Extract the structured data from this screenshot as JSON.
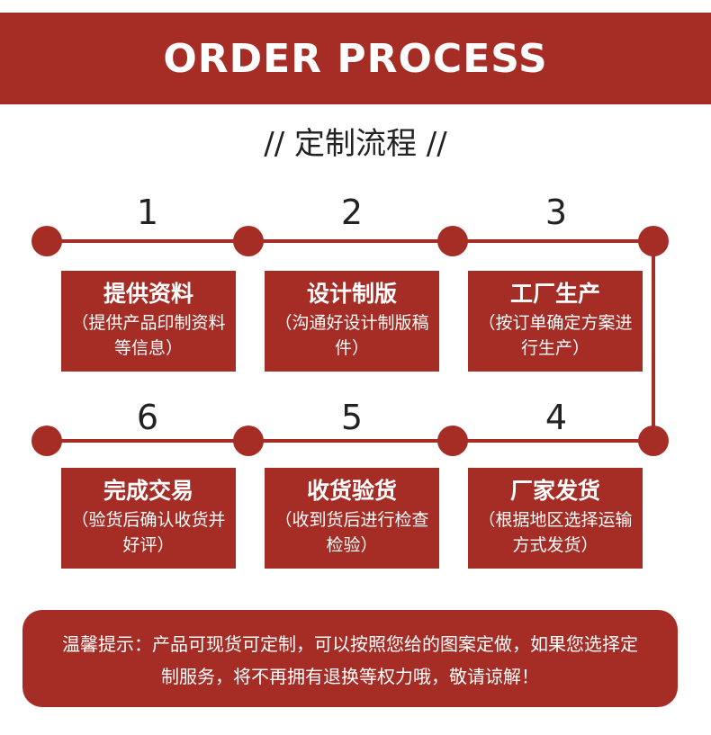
{
  "banner": {
    "title": "ORDER PROCESS"
  },
  "subtitle": "// 定制流程 //",
  "steps": [
    {
      "number": "1",
      "title": "提供资料",
      "desc": "（提供产品印制资料等信息）"
    },
    {
      "number": "2",
      "title": "设计制版",
      "desc": "（沟通好设计制版稿件）"
    },
    {
      "number": "3",
      "title": "工厂生产",
      "desc": "（按订单确定方案进行生产）"
    },
    {
      "number": "4",
      "title": "厂家发货",
      "desc": "（根据地区选择运输方式发货）"
    },
    {
      "number": "5",
      "title": "收货验货",
      "desc": "（收到货后进行检查检验）"
    },
    {
      "number": "6",
      "title": "完成交易",
      "desc": "（验货后确认收货并好评）"
    }
  ],
  "notice": {
    "text": "温馨提示：产品可现货可定制，可以按照您给的图案定做，如果您选择定制服务，将不再拥有退换等权力哦，敬请谅解！"
  },
  "colors": {
    "accent": "#a52d25",
    "text": "#222222",
    "background": "#ffffff"
  }
}
